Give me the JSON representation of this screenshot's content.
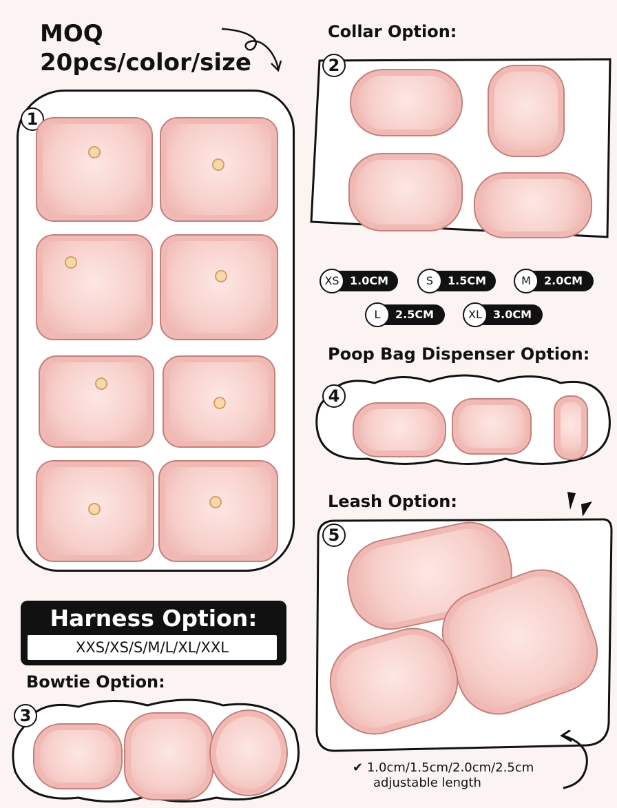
{
  "moq": {
    "line1": "MOQ",
    "line2": "20pcs/color/size"
  },
  "sections": {
    "harness": {
      "number": "1",
      "title": "Harness Option:",
      "sizes": "XXS/XS/S/M/L/XL/XXL"
    },
    "collar": {
      "number": "2",
      "title": "Collar Option:"
    },
    "bowtie": {
      "number": "3",
      "title": "Bowtie Option:"
    },
    "poop_bag": {
      "number": "4",
      "title": "Poop Bag Dispenser Option:"
    },
    "leash": {
      "number": "5",
      "title": "Leash Option:",
      "check_icon": "checkmark-icon",
      "note_line1": "1.0cm/1.5cm/2.0cm/2.5cm",
      "note_line2": "adjustable length"
    }
  },
  "collar_sizes": [
    {
      "code": "XS",
      "width": "1.0CM"
    },
    {
      "code": "S",
      "width": "1.5CM"
    },
    {
      "code": "M",
      "width": "2.0CM"
    },
    {
      "code": "L",
      "width": "2.5CM"
    },
    {
      "code": "XL",
      "width": "3.0CM"
    }
  ],
  "colors": {
    "accent_pink": "#f0b9b4",
    "dark_pink": "#c47f7a",
    "ink": "#111111",
    "background": "#fbf4f3"
  }
}
